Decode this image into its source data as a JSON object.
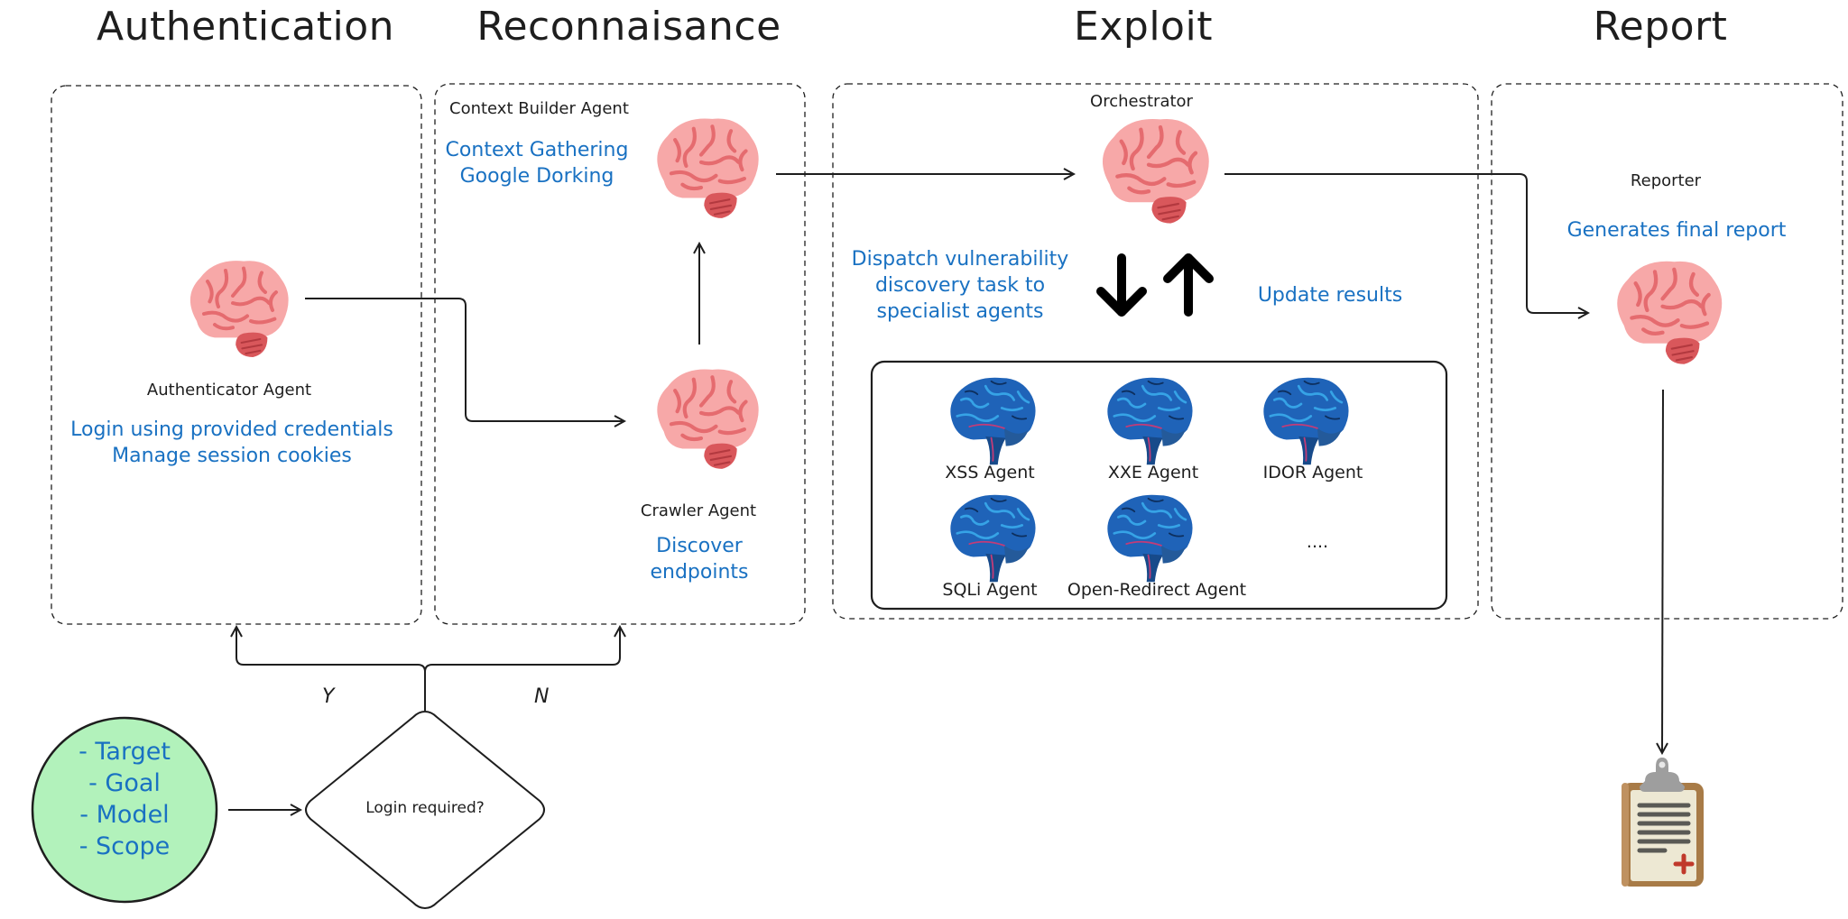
{
  "stages": [
    {
      "id": "authentication",
      "title": "Authentication"
    },
    {
      "id": "reconnaissance",
      "title": "Reconnaisance"
    },
    {
      "id": "exploit",
      "title": "Exploit"
    },
    {
      "id": "report",
      "title": "Report"
    }
  ],
  "authentication": {
    "agent_label": "Authenticator Agent",
    "description": "Login using provided credentials\nManage session cookies"
  },
  "reconnaissance": {
    "context_builder": {
      "label": "Context Builder Agent",
      "description": "Context Gathering\nGoogle Dorking"
    },
    "crawler": {
      "label": "Crawler Agent",
      "description": "Discover\nendpoints"
    }
  },
  "exploit": {
    "orchestrator_label": "Orchestrator",
    "dispatch_text": "Dispatch vulnerability\ndiscovery task to\nspecialist agents",
    "update_text": "Update results",
    "specialists": [
      {
        "label": "XSS Agent"
      },
      {
        "label": "XXE Agent"
      },
      {
        "label": "IDOR Agent"
      },
      {
        "label": "SQLi Agent"
      },
      {
        "label": "Open-Redirect Agent"
      }
    ],
    "more_indicator": "...."
  },
  "report": {
    "reporter_label": "Reporter",
    "description": "Generates final report"
  },
  "inputs": {
    "items": "- Target\n- Goal\n- Model\n- Scope"
  },
  "decision": {
    "question": "Login required?",
    "yes_label": "Y",
    "no_label": "N"
  },
  "colors": {
    "description_text": "#1971c2",
    "input_fill": "#b2f2bb",
    "brain_pink": "#f4a5a5",
    "brain_fold": "#e56b6f",
    "specialist_brain": "#1e5aa8"
  }
}
